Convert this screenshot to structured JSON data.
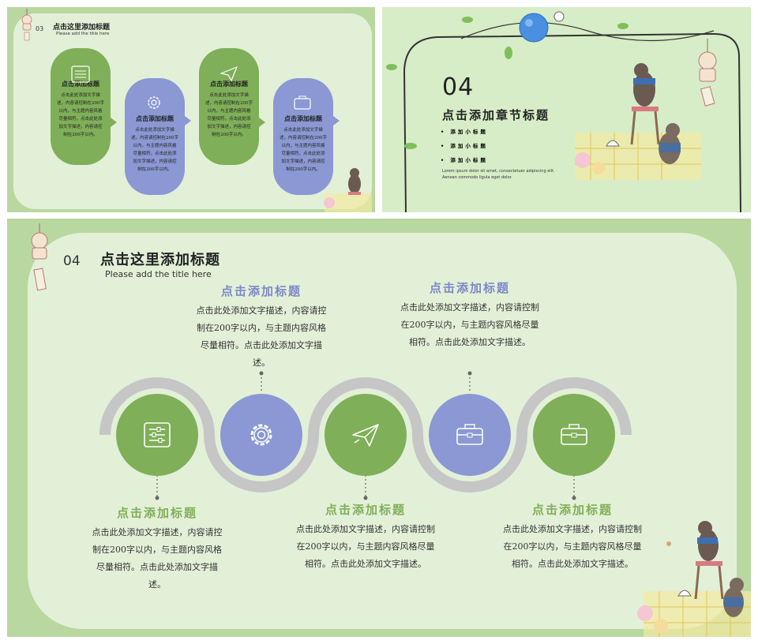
{
  "slide1": {
    "number": "03",
    "title": "点击这里添加标题",
    "subtitle": "Please add the title here",
    "bubbles": [
      {
        "title": "点击添加标题",
        "text": "点击此处添加文字描述，内容请控制在200字以内，与主题内容风格尽量相符，点击此处添加文字描述，内容请控制在200字以内。"
      },
      {
        "title": "点击添加标题",
        "text": "点击此处添加文字描述，内容请控制在200字以内，与主题内容风格尽量相符，点击此处添加文字描述，内容请控制在200字以内。"
      },
      {
        "title": "点击添加标题",
        "text": "点击此处添加文字描述，内容请控制在200字以内，与主题内容风格尽量相符，点击此处添加文字描述，内容请控制在200字以内。"
      },
      {
        "title": "点击添加标题",
        "text": "点击此处添加文字描述，内容请控制在200字以内，与主题内容风格尽量相符，点击此处添加文字描述，内容请控制在200字以内。"
      }
    ]
  },
  "slide2": {
    "number": "04",
    "title": "点击添加章节标题",
    "bullets": [
      "添加小标题",
      "添加小标题",
      "添加小标题"
    ],
    "lorem": "Lorem ipsum dolor sit amet, consectetuer adipiscing elit. Aenean commodo ligula eget dolor."
  },
  "slide3": {
    "number": "04",
    "title": "点击这里添加标题",
    "subtitle": "Please add the title here",
    "items": [
      {
        "title": "点击添加标题",
        "text": "点击此处添加文字描述，内容请控制在200字以内，与主题内容风格尽量相符。点击此处添加文字描述。"
      },
      {
        "title": "点击添加标题",
        "text": "点击此处添加文字描述，内容请控制在200字以内，与主题内容风格尽量相符。点击此处添加文字描述。"
      },
      {
        "title": "点击添加标题",
        "text": "点击此处添加文字描述，内容请控制在200字以内，与主题内容风格尽量相符。点击此处添加文字描述。"
      },
      {
        "title": "点击添加标题",
        "text": "点击此处添加文字描述，内容请控制在200字以内，与主题内容风格尽量相符。点击此处添加文字描述。"
      },
      {
        "title": "点击添加标题",
        "text": "点击此处添加文字描述，内容请控制在200字以内，与主题内容风格尽量相符。点击此处添加文字描述。"
      }
    ]
  },
  "colors": {
    "green": "#7faf58",
    "blue": "#8b98d3",
    "track": "#c6c6c6",
    "card": "#e3f0d8"
  },
  "icons": [
    "sliders-icon",
    "gear-icon",
    "paper-plane-icon",
    "briefcase-icon",
    "briefcase-icon"
  ]
}
